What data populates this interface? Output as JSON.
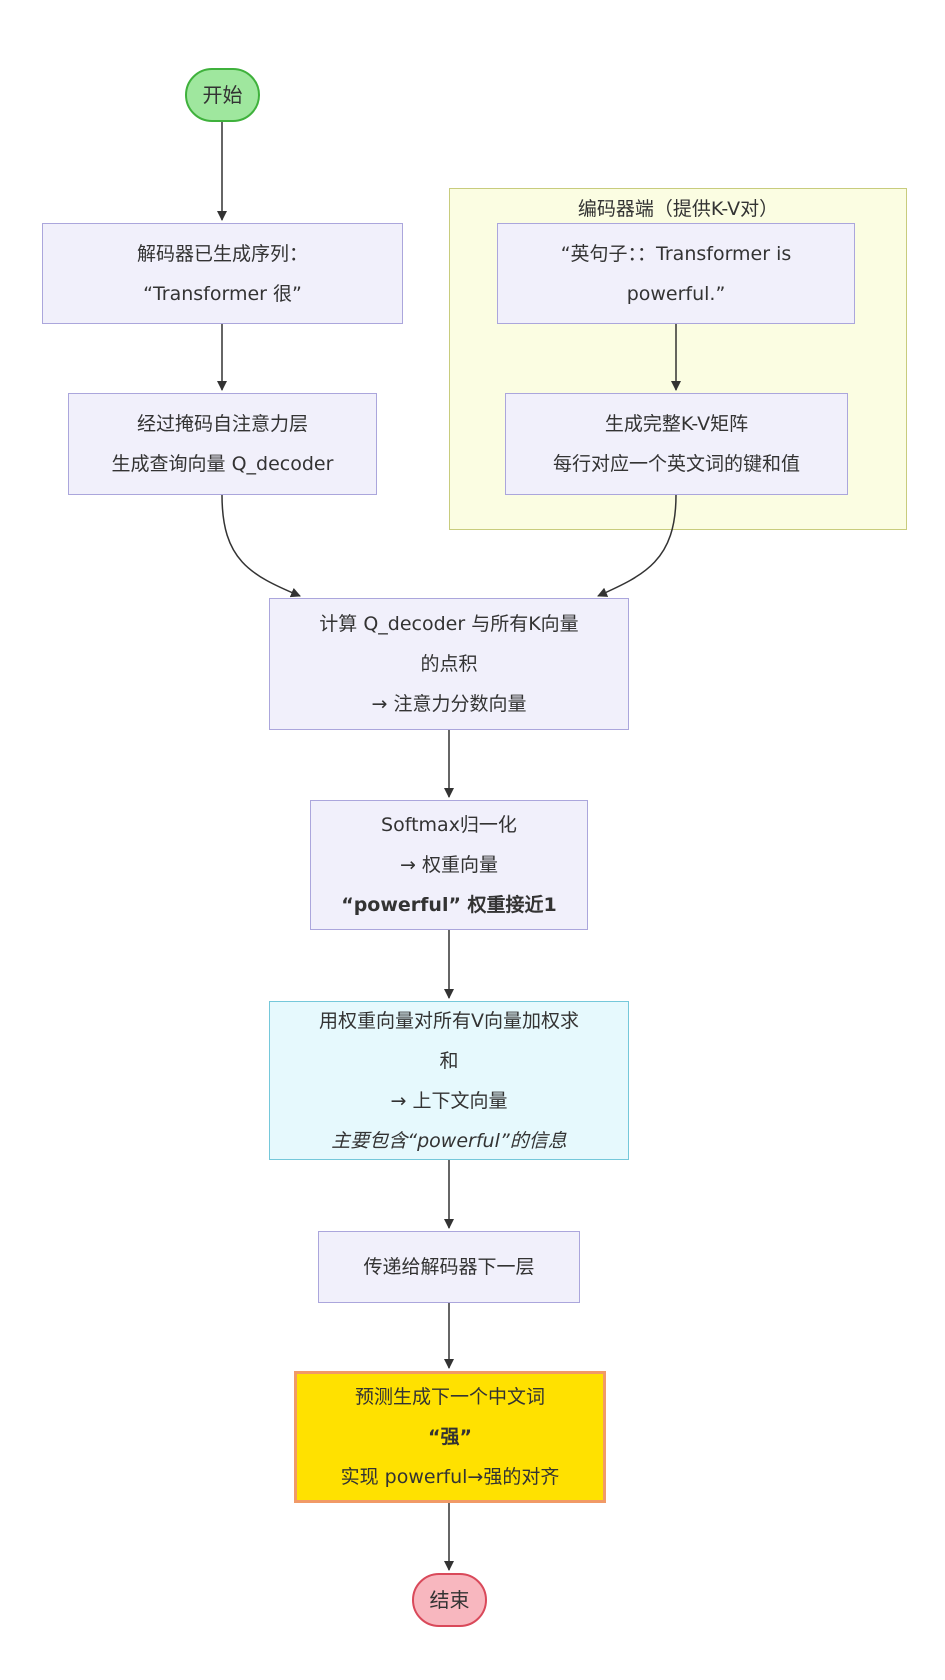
{
  "diagram": {
    "subgraph": {
      "title": "编码器端（提供K-V对）"
    },
    "nodes": {
      "start": {
        "lines": [
          "开始"
        ]
      },
      "decoder_seq": {
        "lines": [
          "解码器已生成序列：",
          "“Transformer 很”"
        ]
      },
      "masked_attn": {
        "lines": [
          "经过掩码自注意力层",
          "生成查询向量 Q_decoder"
        ]
      },
      "en_sentence": {
        "lines": [
          "“英句子：：Transformer is",
          "powerful.”"
        ]
      },
      "kv_matrix": {
        "lines": [
          "生成完整K-V矩阵",
          "每行对应一个英文词的键和值"
        ]
      },
      "dot_product": {
        "lines": [
          "计算 Q_decoder 与所有K向量",
          "的点积",
          "→ 注意力分数向量"
        ]
      },
      "softmax": {
        "lines": [
          "Softmax归一化",
          "→ 权重向量",
          "“powerful” 权重接近1"
        ]
      },
      "weighted_sum": {
        "lines": [
          "用权重向量对所有V向量加权求",
          "和",
          "→ 上下文向量",
          "主要包含“powerful”的信息"
        ]
      },
      "pass_next": {
        "lines": [
          "传递给解码器下一层"
        ]
      },
      "predict": {
        "lines": [
          "预测生成下一个中文词",
          "“强”",
          "实现 powerful→强的对齐"
        ]
      },
      "end": {
        "lines": [
          "结束"
        ]
      }
    },
    "colors": {
      "edge": "#333333",
      "process_fill": "#f1f0fb",
      "process_stroke": "#aba6dc",
      "start_fill": "#9fe79e",
      "end_fill": "#f8b7bf",
      "context_fill": "#e6f9fd",
      "highlight_fill": "#ffe100",
      "highlight_stroke": "#f19a67",
      "subgraph_fill": "#fbfde2"
    }
  }
}
